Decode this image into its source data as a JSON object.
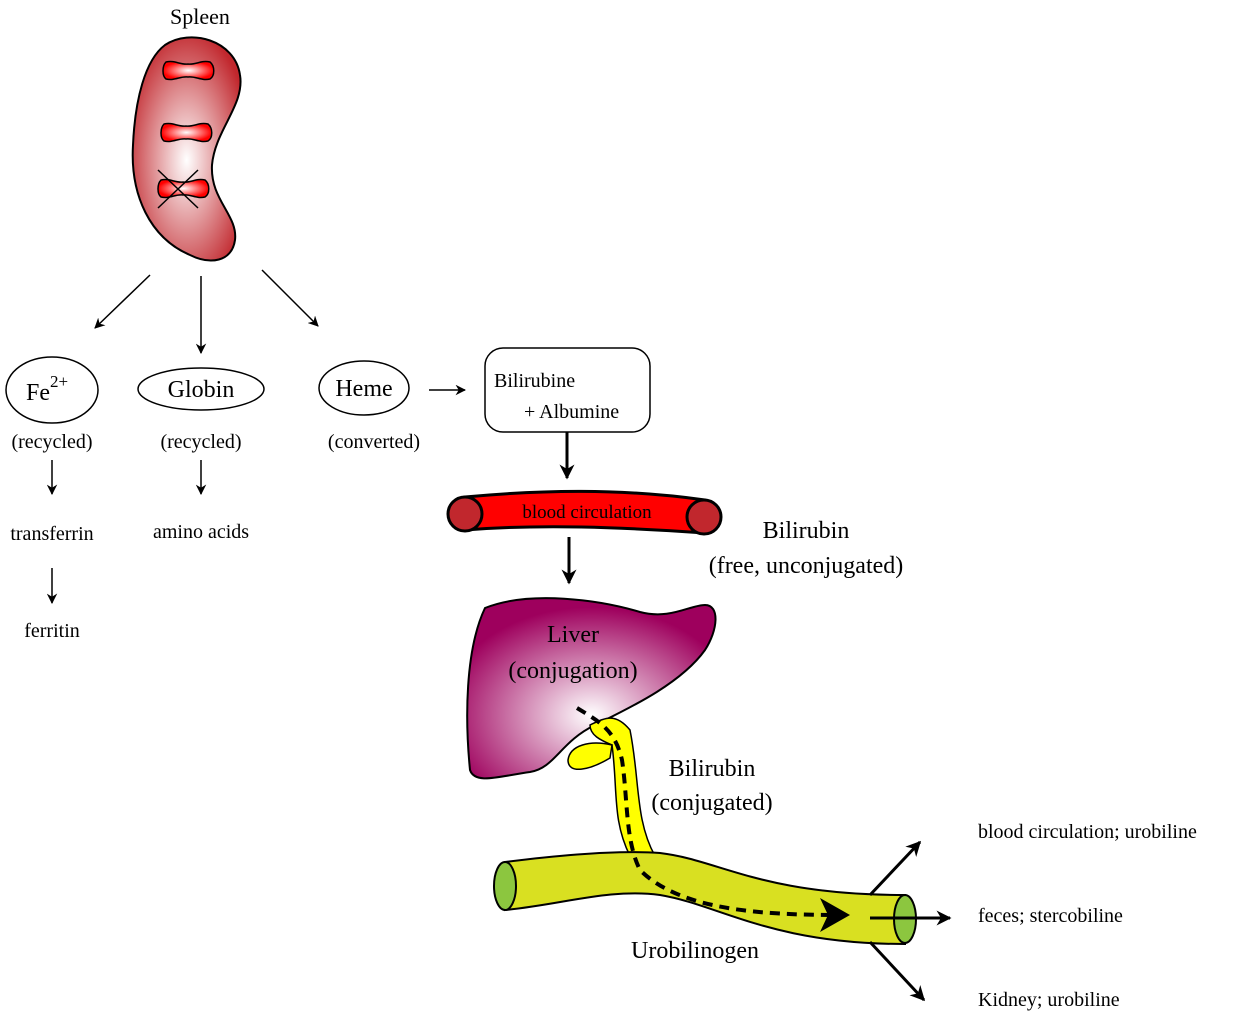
{
  "organs": {
    "spleen": "Spleen",
    "liver_line1": "Liver",
    "liver_line2": "(conjugation)",
    "blood_vessel": "blood circulation",
    "intestine": "Urobilinogen"
  },
  "products": {
    "fe": {
      "base": "Fe",
      "sup": "2+",
      "status": "(recycled)"
    },
    "globin": {
      "label": "Globin",
      "status": "(recycled)"
    },
    "heme": {
      "label": "Heme",
      "status": "(converted)"
    }
  },
  "iron_path": [
    "transferrin",
    "ferritin"
  ],
  "globin_path": [
    "amino acids"
  ],
  "bilirubine_box": {
    "line1": "Bilirubine",
    "line2": "+ Albumine"
  },
  "bilirubin_free": {
    "line1": "Bilirubin",
    "line2": "(free, unconjugated)"
  },
  "bilirubin_conj": {
    "line1": "Bilirubin",
    "line2": "(conjugated)"
  },
  "outputs": [
    "blood circulation; urobiline",
    "feces; stercobiline",
    "Kidney; urobiline"
  ],
  "colors": {
    "spleen": "#c1272d",
    "rbc": "#ff0000",
    "blood_vessel": "#ff0000",
    "vessel_end": "#c1272d",
    "liver": "#9e005d",
    "bile_duct": "#ffff00",
    "intestine": "#d9e021",
    "intestine_end": "#8cc63f"
  }
}
